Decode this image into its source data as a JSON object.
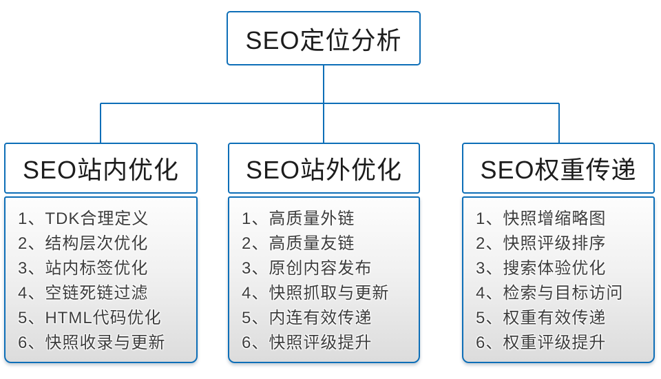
{
  "diagram": {
    "root": {
      "title": "SEO定位分析"
    },
    "columns": [
      {
        "title": "SEO站内优化",
        "items": [
          "1、TDK合理定义",
          "2、结构层次优化",
          "3、站内标签优化",
          "4、空链死链过滤",
          "5、HTML代码优化",
          "6、快照收录与更新"
        ]
      },
      {
        "title": "SEO站外优化",
        "items": [
          "1、高质量外链",
          "2、高质量友链",
          "3、原创内容发布",
          "4、快照抓取与更新",
          "5、内连有效传递",
          "6、快照评级提升"
        ]
      },
      {
        "title": "SEO权重传递",
        "items": [
          "1、快照增缩略图",
          "2、快照评级排序",
          "3、搜索体验优化",
          "4、检索与目标访问",
          "5、权重有效传递",
          "6、权重评级提升"
        ]
      }
    ]
  },
  "colors": {
    "accent_blue": "#0d6eb7",
    "header_text": "#1c1c1c",
    "item_text": "#3d3d3d",
    "panel_gradient_top": "#fdfdfd",
    "panel_gradient_bottom": "#dcdcdc"
  }
}
